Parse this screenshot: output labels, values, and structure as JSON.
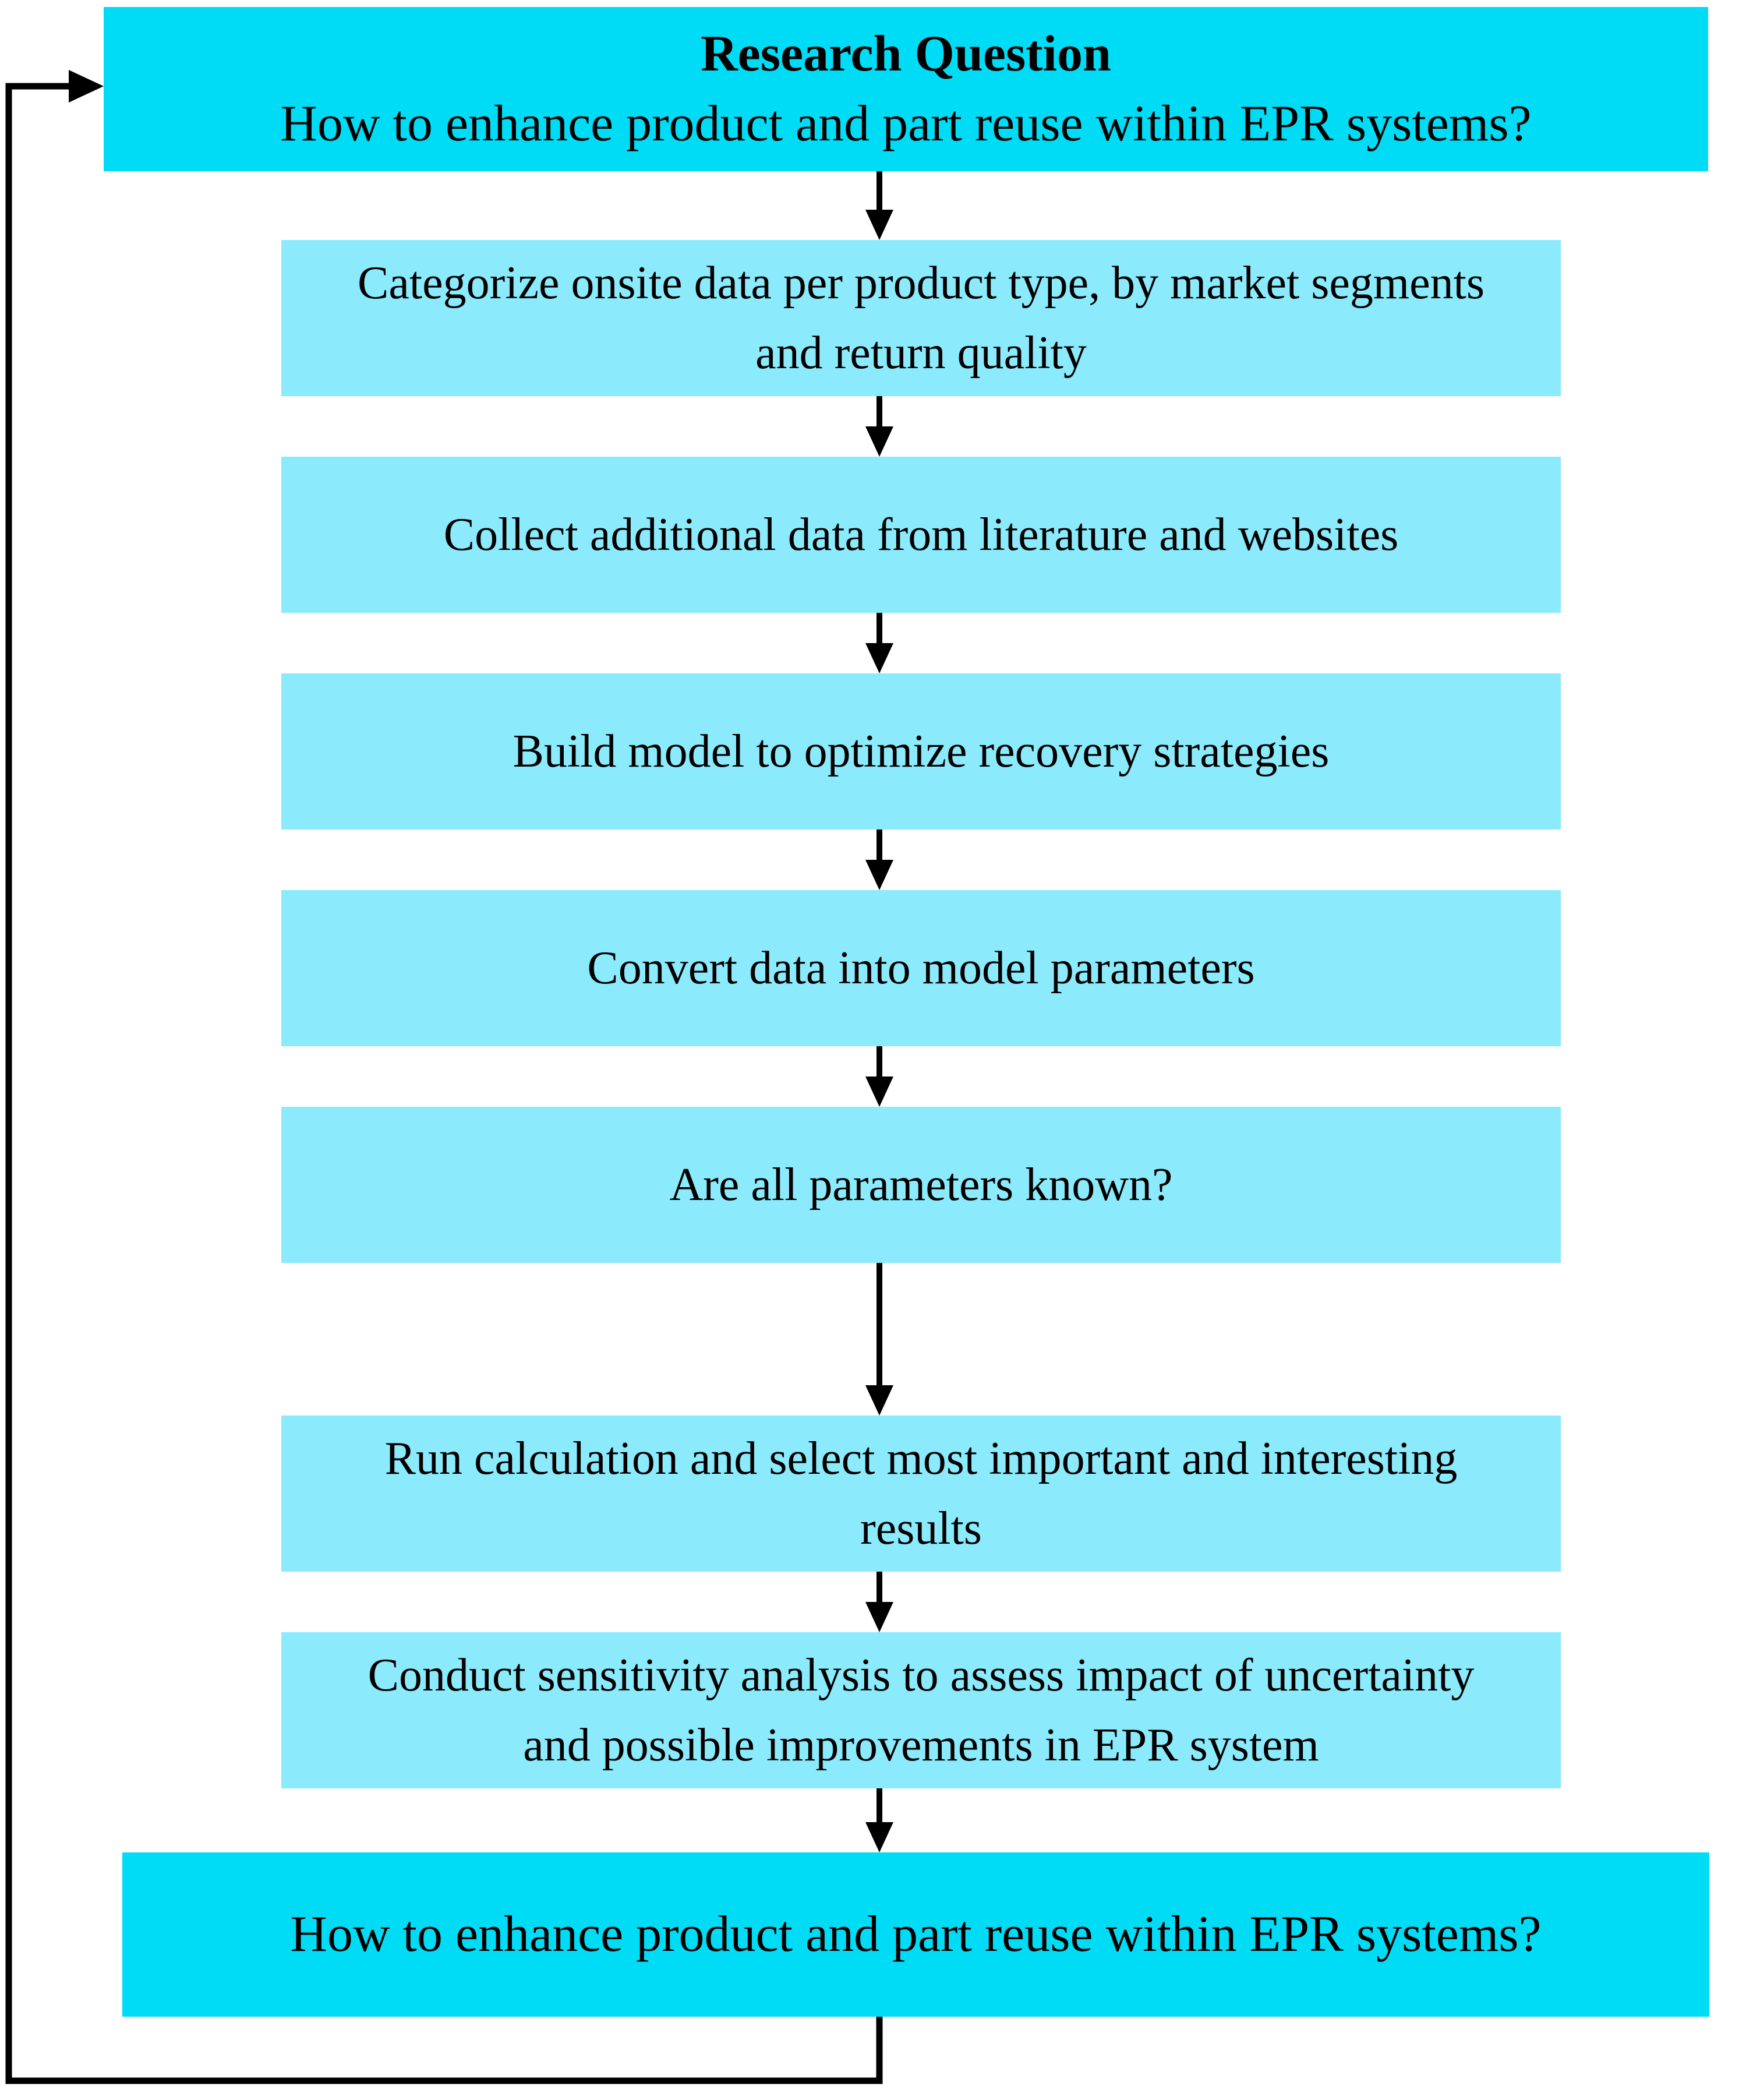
{
  "flow": {
    "research_question": {
      "title": "Research Question",
      "question": "How to enhance product and part reuse within EPR systems?"
    },
    "steps": [
      "Categorize onsite data per product type, by market segments and return quality",
      "Collect additional data from literature and websites",
      "Build model to optimize recovery strategies",
      "Convert data into model parameters",
      "Are all parameters known?",
      "Run calculation and select most important and interesting results",
      "Conduct sensitivity analysis to assess impact of uncertainty and possible improvements in EPR system"
    ],
    "loopback": "How to enhance product and part reuse within EPR systems?"
  },
  "colors": {
    "primary_box": "#00DCF5",
    "secondary_box": "#8BEAFB",
    "line": "#000000",
    "background": "#FFFFFF"
  }
}
